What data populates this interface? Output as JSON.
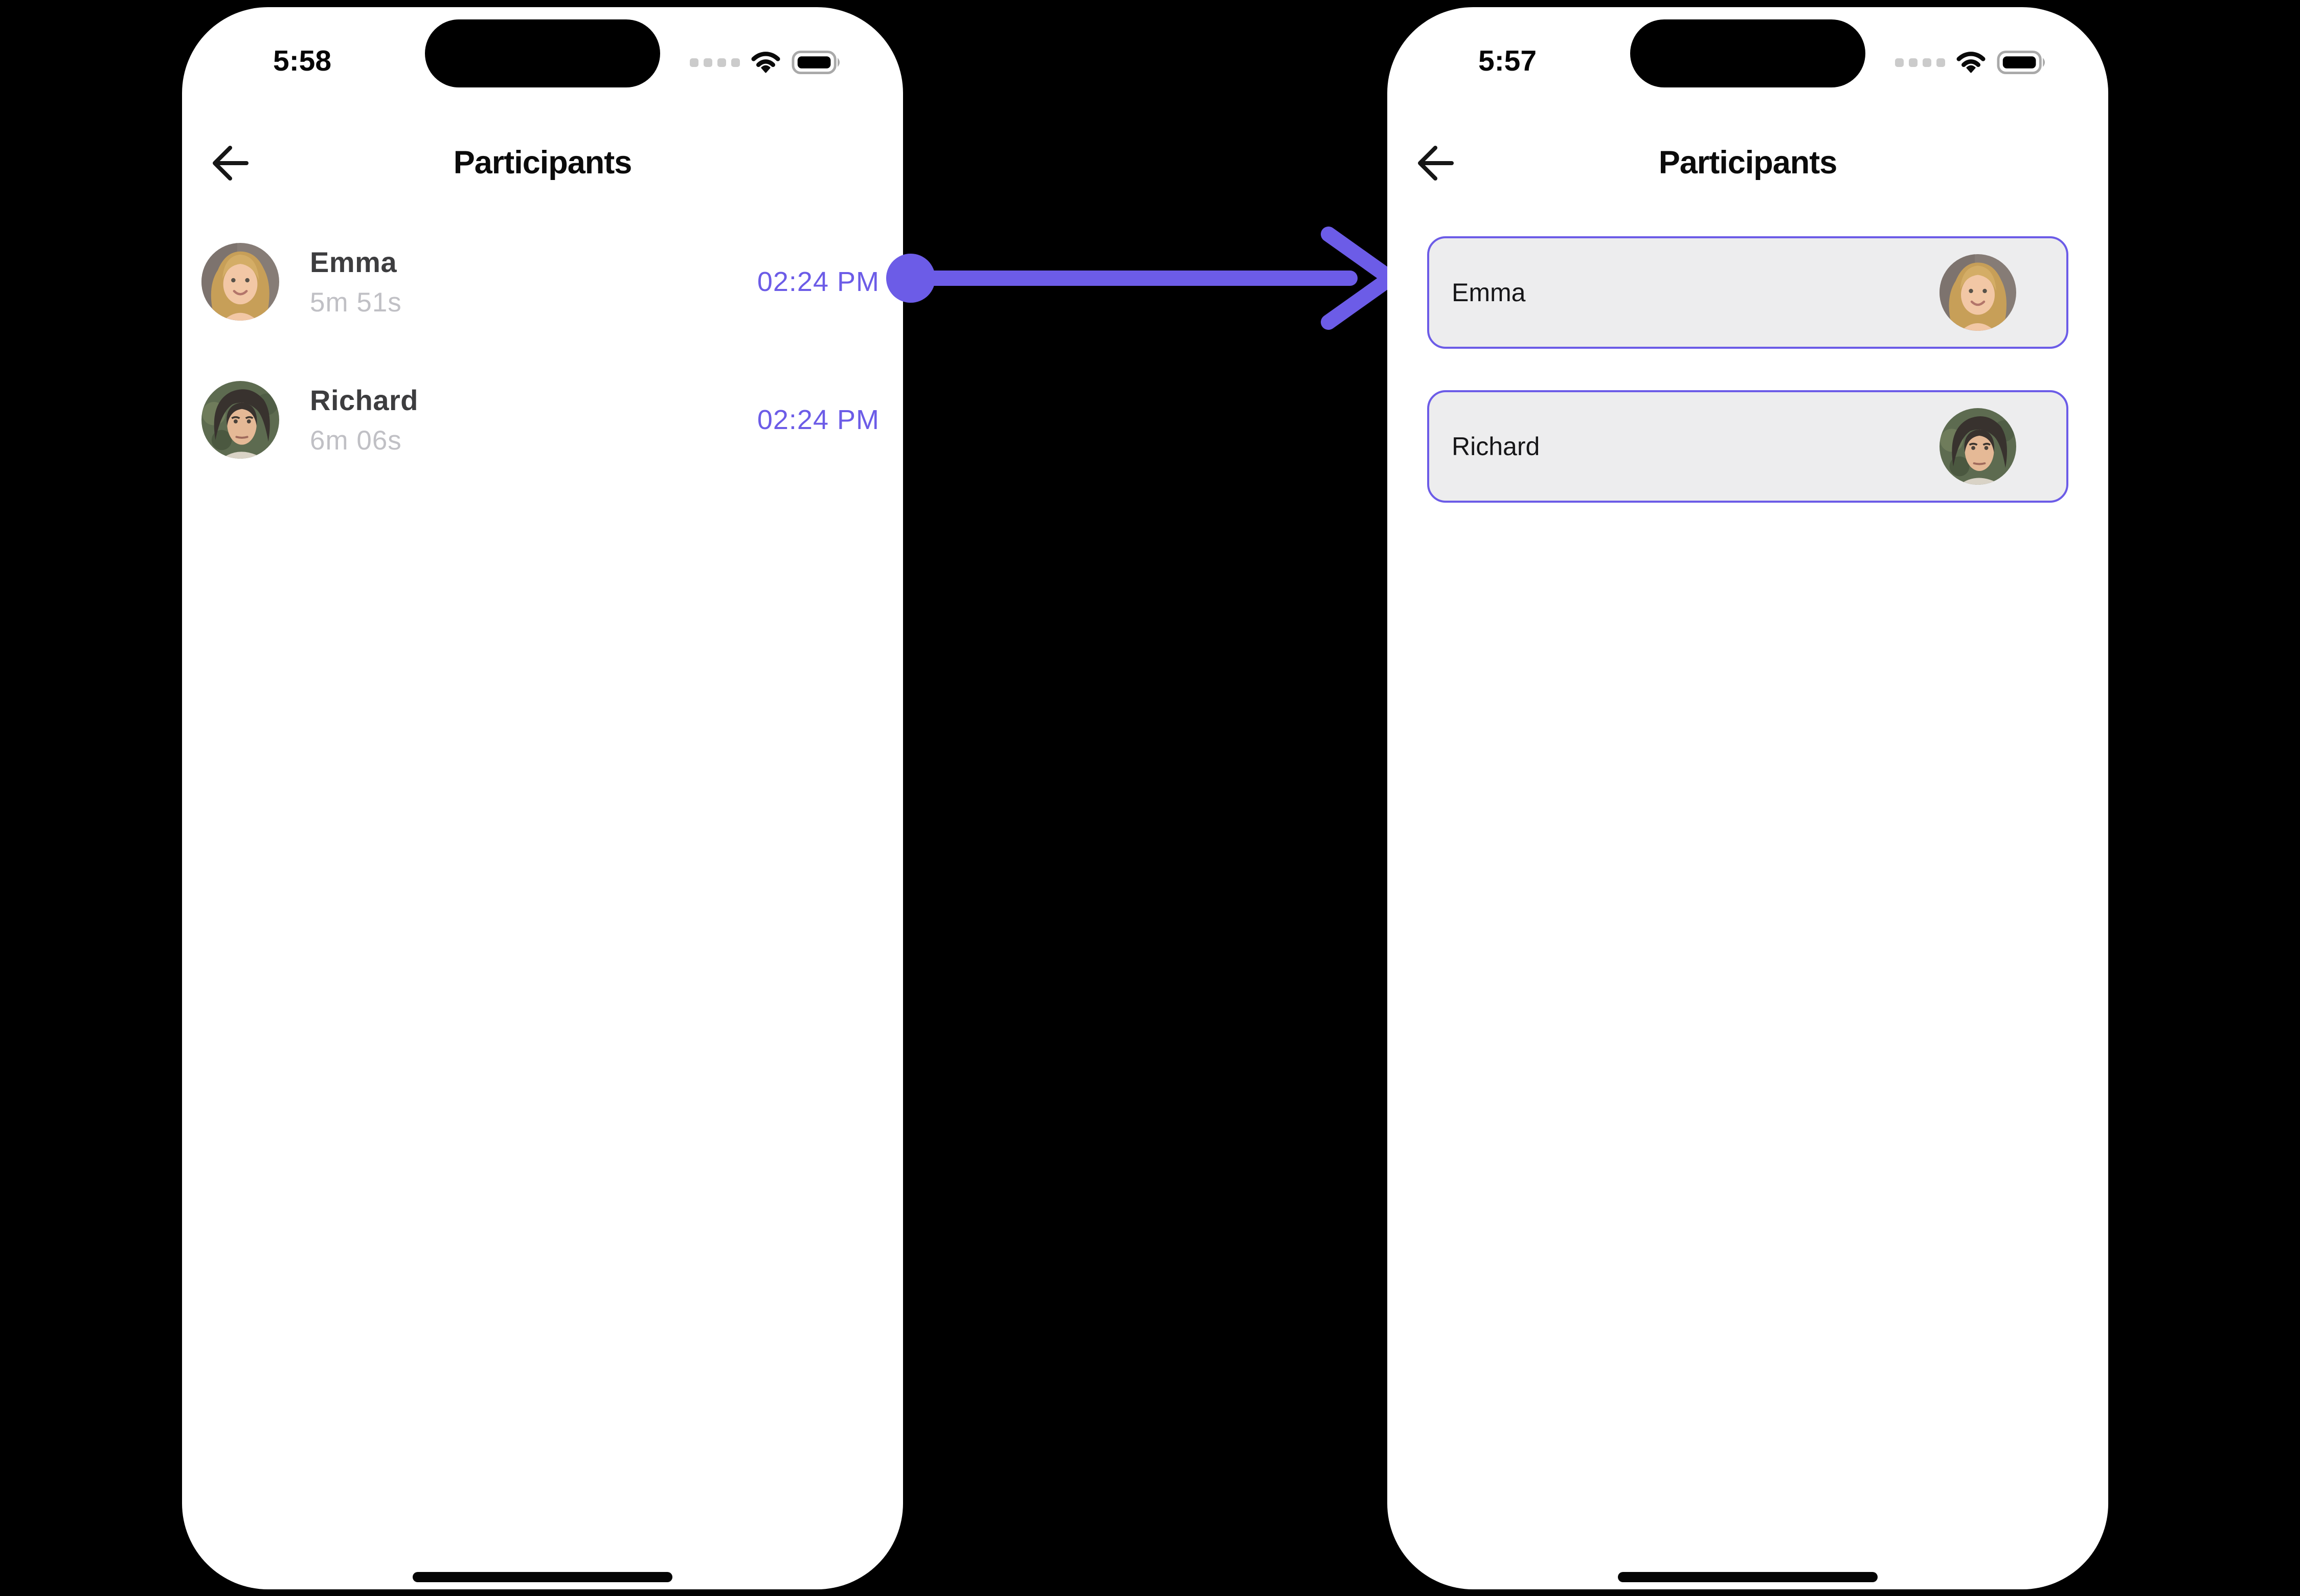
{
  "accent_color": "#6C5CE7",
  "card_background_color": "#EDEDEE",
  "annotation_arrow": {
    "direction": "left-to-right",
    "color": "#6C5CE7"
  },
  "status_icon_names": [
    "cellular-signal-dots",
    "wifi-icon",
    "battery-icon"
  ],
  "phones": [
    {
      "status_time": "5:58",
      "title": "Participants",
      "back_icon": "arrow-left",
      "participants": [
        {
          "name": "Emma",
          "duration": "5m 51s",
          "joined_time": "02:24 PM",
          "avatar": "emma-photo"
        },
        {
          "name": "Richard",
          "duration": "6m 06s",
          "joined_time": "02:24 PM",
          "avatar": "richard-photo"
        }
      ]
    },
    {
      "status_time": "5:57",
      "title": "Participants",
      "back_icon": "arrow-left",
      "participants": [
        {
          "name": "Emma",
          "avatar": "emma-photo"
        },
        {
          "name": "Richard",
          "avatar": "richard-photo"
        }
      ]
    }
  ]
}
